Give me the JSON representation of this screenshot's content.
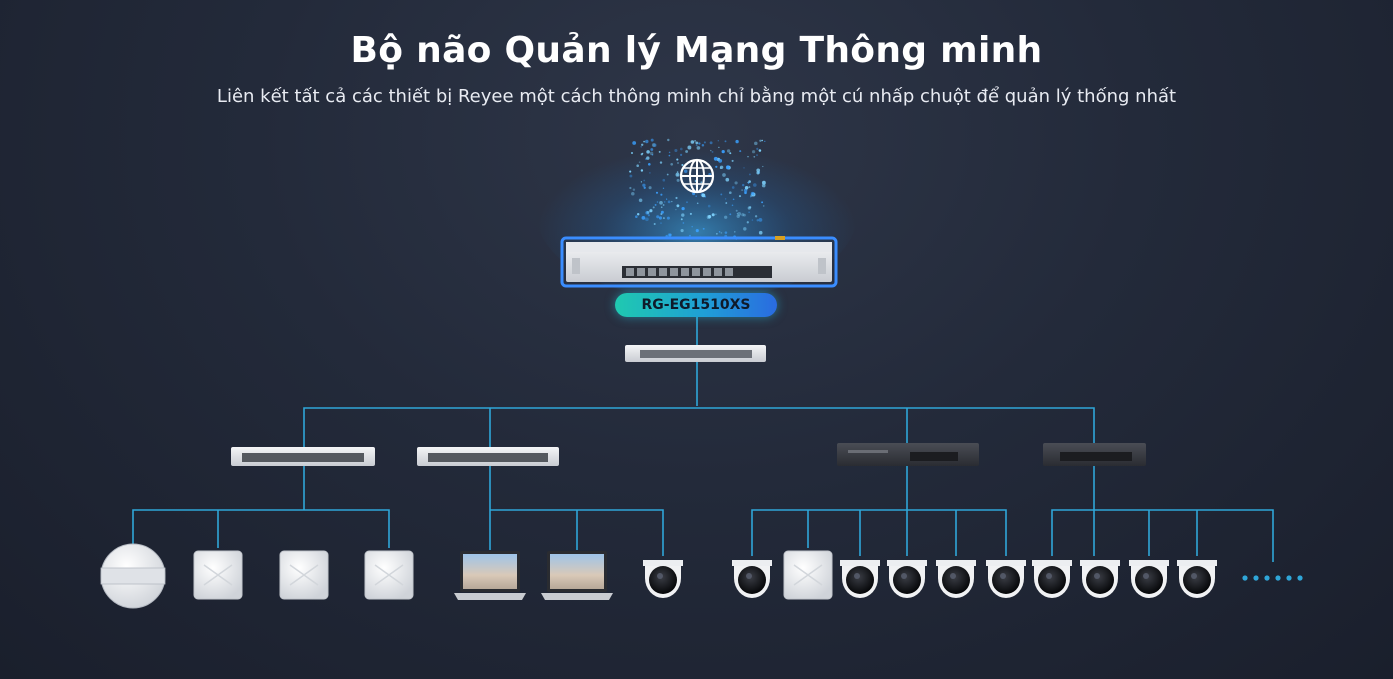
{
  "header": {
    "title": "Bộ não Quản lý Mạng Thông minh",
    "subtitle": "Liên kết tất cả các thiết bị Reyee một cách thông minh chỉ bằng một cú nhấp chuột để quản lý thống nhất"
  },
  "gateway": {
    "model_label": "RG-EG1510XS",
    "icon": "globe-icon"
  },
  "colors": {
    "link_line": "#2fa6d8",
    "badge_start": "#1fc9b0",
    "badge_end": "#2a6be0",
    "background": "#232a3a"
  }
}
